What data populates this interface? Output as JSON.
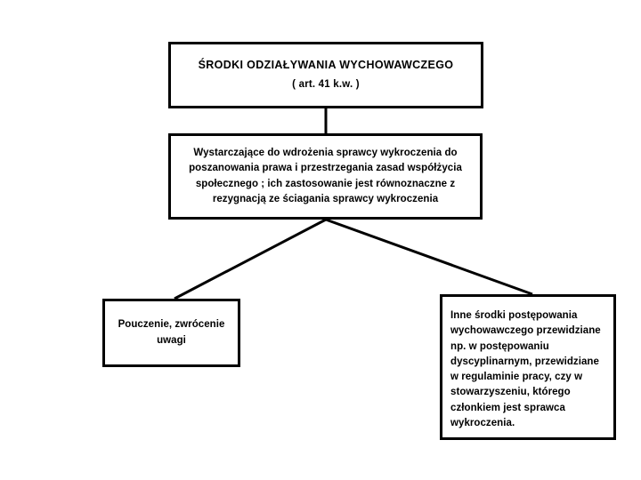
{
  "diagram": {
    "background_color": "#ffffff",
    "stroke_color": "#000000",
    "nodes": {
      "root": {
        "title": "ŚRODKI ODZIAŁYWANIA WYCHOWAWCZEGO",
        "subtitle": "( art. 41 k.w. )"
      },
      "description": {
        "text": "Wystarczające do wdrożenia sprawcy  wykroczenia do poszanowania prawa i przestrzegania zasad współżycia społecznego ; ich zastosowanie jest równoznaczne z rezygnacją ze ściagania sprawcy wykroczenia"
      },
      "left": {
        "text": "Pouczenie, zwrócenie uwagi"
      },
      "right": {
        "text": "Inne środki postępowania wychowawczego  przewidziane np. w postępowaniu dyscyplinarnym, przewidziane w regulaminie pracy, czy w stowarzyszeniu, którego członkiem jest sprawca wykroczenia."
      }
    }
  }
}
